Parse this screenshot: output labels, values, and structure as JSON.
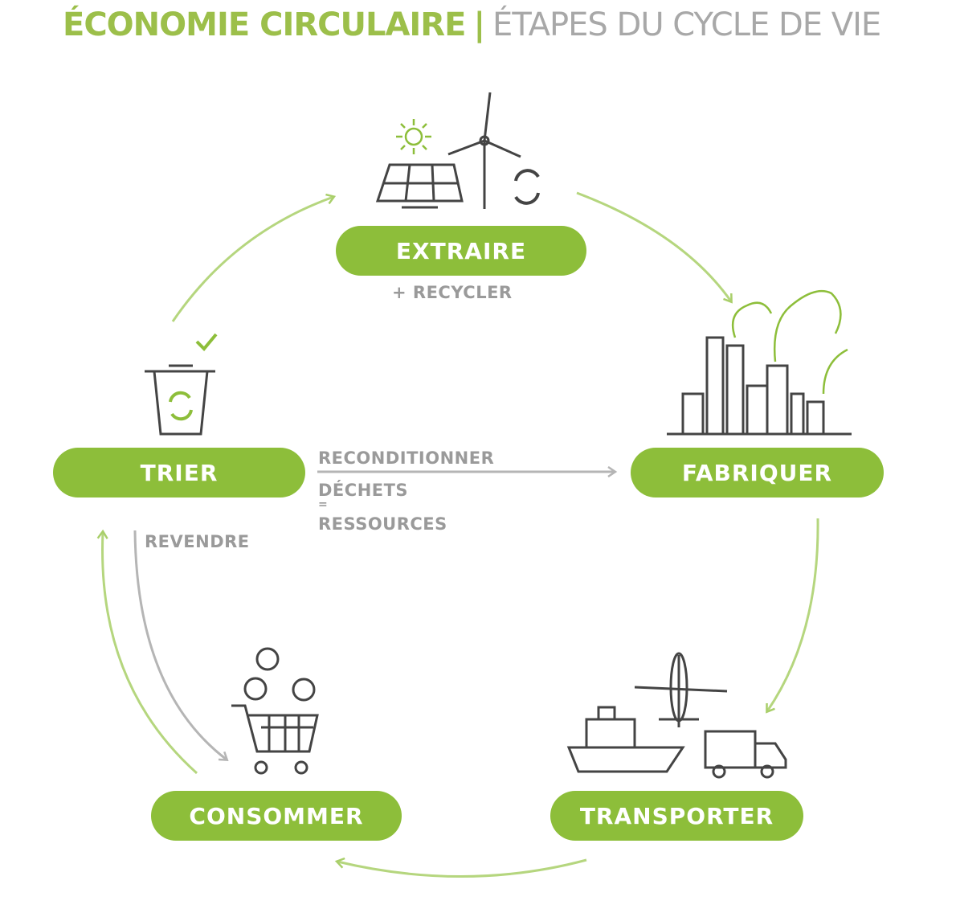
{
  "title": {
    "main": "ÉCONOMIE CIRCULAIRE",
    "separator": "|",
    "subtitle": "ÉTAPES DU CYCLE DE VIE"
  },
  "stages": {
    "extraire": "EXTRAIRE",
    "fabriquer": "FABRIQUER",
    "transporter": "TRANSPORTER",
    "consommer": "CONSOMMER",
    "trier": "TRIER"
  },
  "labels": {
    "recycler": "+ RECYCLER",
    "reconditionner": "RECONDITIONNER",
    "dechets": "DÉCHETS",
    "equals": "=",
    "ressources": "RESSOURCES",
    "revendre": "REVENDRE"
  },
  "colors": {
    "green": "#8dbe3a",
    "gray": "#9a9a9a",
    "dark": "#444444"
  }
}
